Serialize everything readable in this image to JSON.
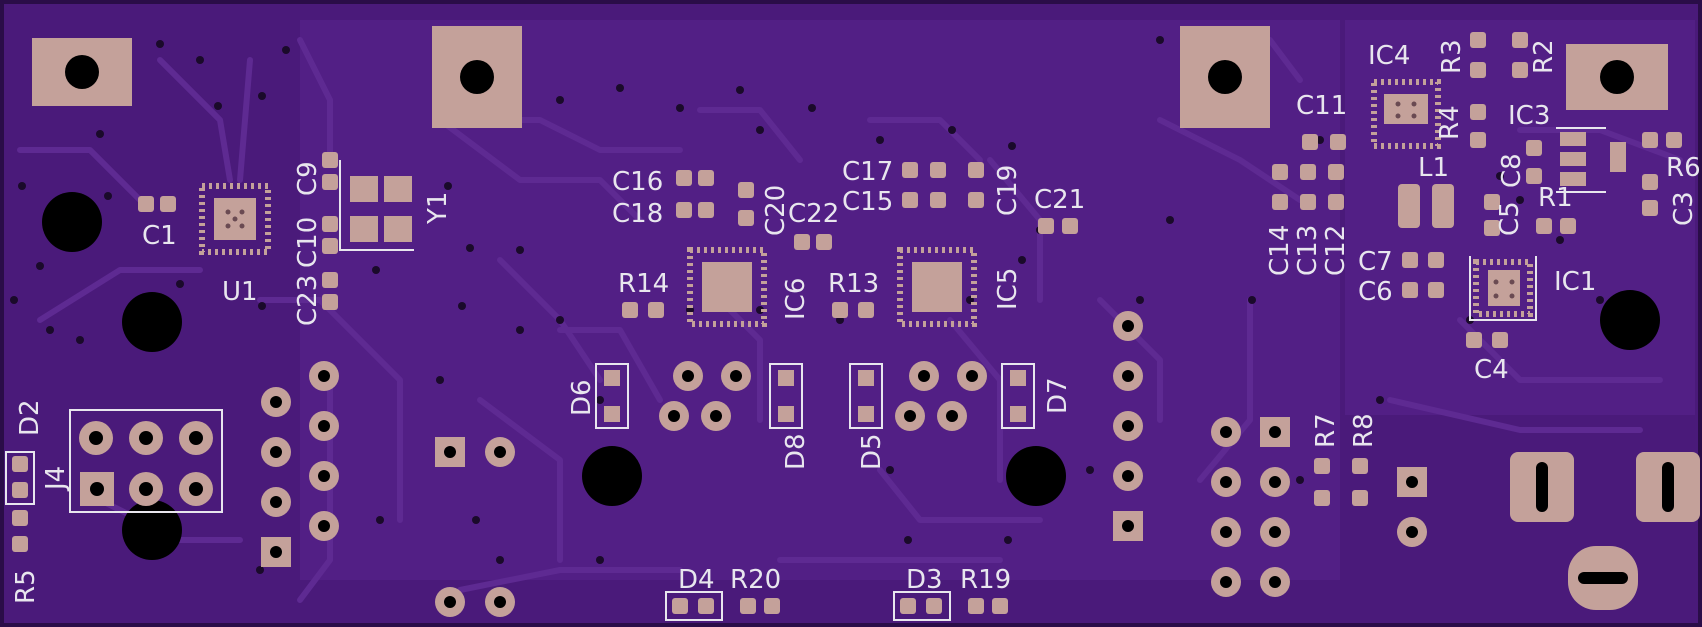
{
  "board": {
    "colors": {
      "soldermask": "#4a1a7a",
      "soldermask_edge": "#2a0d48",
      "trace": "#5c2a8e",
      "copper": "#c4a19a",
      "drill": "#000000",
      "silkscreen": "#e8e6ee"
    }
  },
  "labels": {
    "c1": "C1",
    "u1": "U1",
    "c9": "C9",
    "c10": "C10",
    "c23": "C23",
    "y1": "Y1",
    "c16": "C16",
    "c18": "C18",
    "c20": "C20",
    "c22": "C22",
    "r14": "R14",
    "ic6": "IC6",
    "c17": "C17",
    "c15": "C15",
    "c19": "C19",
    "c21": "C21",
    "r13": "R13",
    "ic5": "IC5",
    "d6": "D6",
    "d8": "D8",
    "d5": "D5",
    "d7": "D7",
    "d2": "D2",
    "j4": "J4",
    "r5": "R5",
    "d4": "D4",
    "r20": "R20",
    "d3": "D3",
    "r19": "R19",
    "ic4": "IC4",
    "r3": "R3",
    "r2": "R2",
    "r4": "R4",
    "c11": "C11",
    "ic3": "IC3",
    "c8": "C8",
    "r6": "R6",
    "c3": "C3",
    "l1": "L1",
    "r1": "R1",
    "c5": "C5",
    "c14": "C14",
    "c13": "C13",
    "c12": "C12",
    "c7": "C7",
    "c6": "C6",
    "ic1": "IC1",
    "c4": "C4",
    "r7": "R7",
    "r8": "R8"
  }
}
